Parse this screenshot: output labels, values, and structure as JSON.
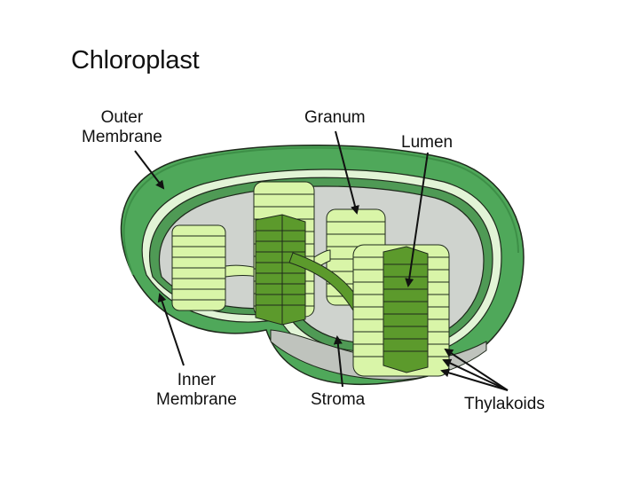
{
  "title": "Chloroplast",
  "labels": {
    "outer_membrane": [
      "Outer",
      "Membrane"
    ],
    "granum": "Granum",
    "lumen": "Lumen",
    "inner_membrane": [
      "Inner",
      "Membrane"
    ],
    "stroma": "Stroma",
    "thylakoids": "Thylakoids"
  },
  "colors": {
    "outer_membrane": "#4fa85a",
    "outer_membrane_top": "#3d8f47",
    "inner_membrane": "#4f9a55",
    "gap": "#e2f4d6",
    "stroma": "#cfd3ce",
    "thylakoid_light": "#d9f5a8",
    "thylakoid_dark": "#5c9a2c",
    "outline": "#1f2a1c"
  }
}
